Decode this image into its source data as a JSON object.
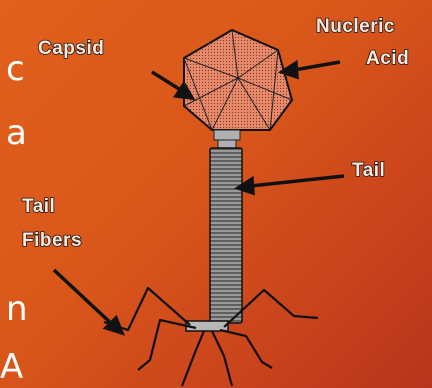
{
  "slide_text": {
    "top": "c",
    "mid": "a",
    "bottom1": "n",
    "bottom2": "A"
  },
  "labels": {
    "capsid": "Capsid",
    "nucleic_line1": "Nucleric",
    "nucleic_line2": "Acid",
    "tail": "Tail",
    "tail_fibers_line1": "Tail",
    "tail_fibers_line2": "Fibers"
  },
  "colors": {
    "background": "#d9561a",
    "capsid_fill": "#e8896a",
    "label_fill": "#ffe6d8",
    "line": "#111111"
  }
}
